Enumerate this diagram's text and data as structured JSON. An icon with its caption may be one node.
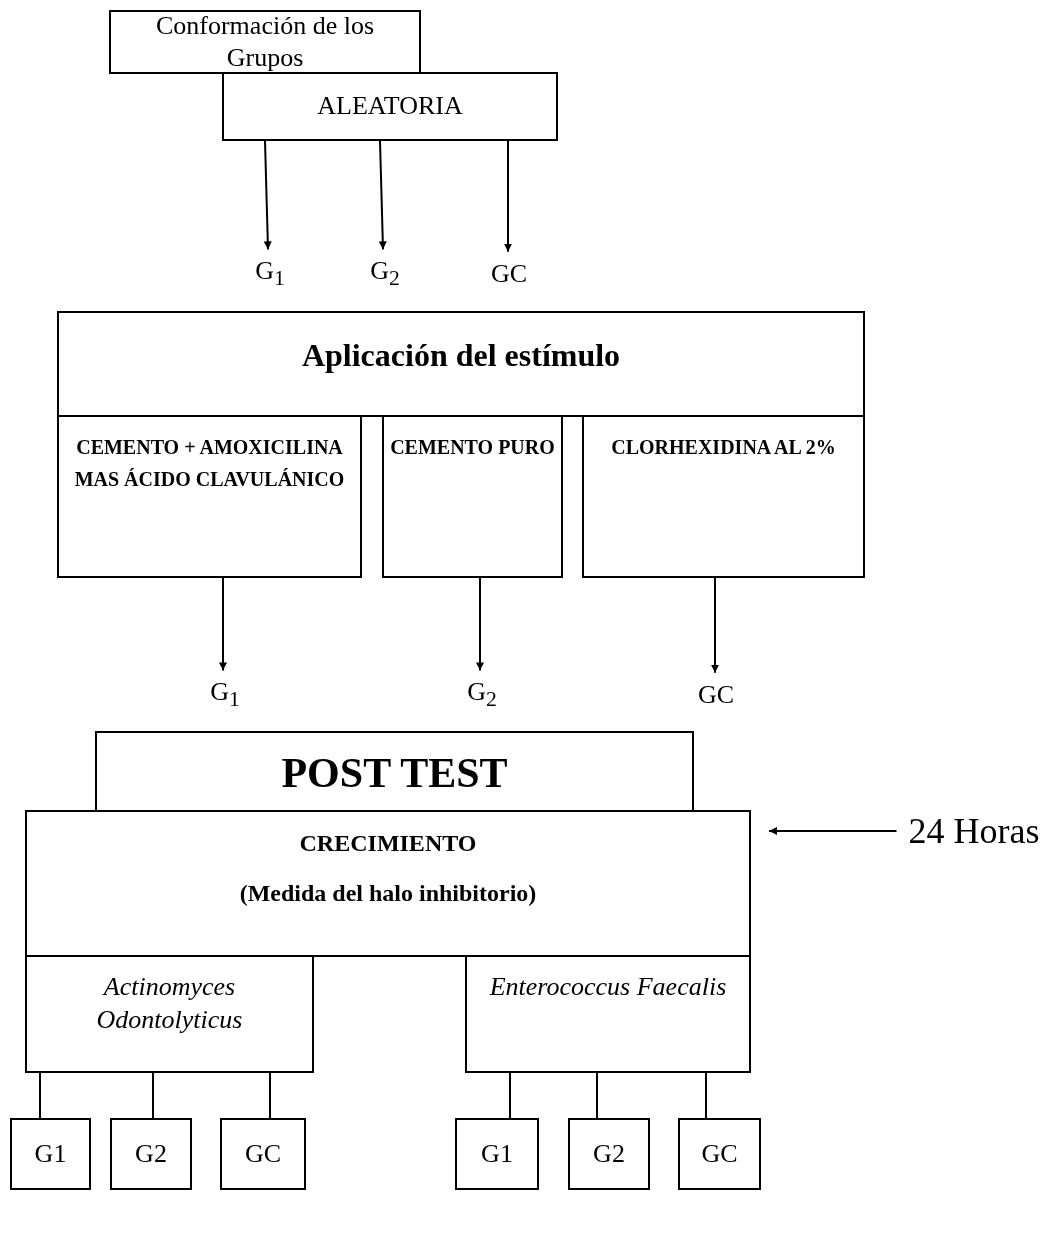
{
  "diagram": {
    "nodes": [
      {
        "text": [
          "Conformación de los Grupos"
        ]
      },
      {
        "text": [
          "ALEATORIA"
        ]
      },
      {
        "text": [
          "G$_{1}$"
        ]
      },
      {
        "text": [
          "G$_{2}$"
        ]
      },
      {
        "text": [
          "GC"
        ]
      },
      {
        "text": [
          "Aplicación del estímulo"
        ]
      },
      {
        "text": [
          "CEMENTO + AMOXICILINA MAS ÁCIDO CLAVULÁNICO"
        ]
      },
      {
        "text": [
          "CEMENTO PURO"
        ]
      },
      {
        "text": [
          "CLORHEXIDINA AL 2%"
        ]
      },
      {
        "text": [
          "G$_{1}$"
        ]
      },
      {
        "text": [
          "G$_{2}$"
        ]
      },
      {
        "text": [
          "GC"
        ]
      },
      {
        "text": [
          "POST TEST"
        ]
      },
      {
        "text": [
          "CRECIMIENTO",
          "(Medida del halo inhibitorio)"
        ]
      },
      {
        "text": [
          "24 Horas"
        ]
      },
      {
        "text": [
          "Actinomyces Odontolyticus"
        ]
      },
      {
        "text": [
          "Enterococcus Faecalis"
        ]
      },
      {
        "text": [
          "G1"
        ]
      },
      {
        "text": [
          "G2"
        ]
      },
      {
        "text": [
          "GC"
        ]
      },
      {
        "text": [
          "G1"
        ]
      },
      {
        "text": [
          "G2"
        ]
      },
      {
        "text": [
          "GC"
        ]
      }
    ],
    "edges": [
      {
        "from": 1,
        "to": 2,
        "arrow": "to"
      },
      {
        "from": 1,
        "to": 3,
        "arrow": "to"
      },
      {
        "from": 1,
        "to": 4,
        "arrow": "to"
      },
      {
        "from": 6,
        "to": 9,
        "arrow": "to"
      },
      {
        "from": 7,
        "to": 10,
        "arrow": "to"
      },
      {
        "from": 8,
        "to": 11,
        "arrow": "to"
      },
      {
        "from": 14,
        "to": 13,
        "arrow": "to"
      },
      {
        "from": 15,
        "to": 17,
        "arrow": "none"
      },
      {
        "from": 15,
        "to": 18,
        "arrow": "none"
      },
      {
        "from": 15,
        "to": 19,
        "arrow": "none"
      },
      {
        "from": 16,
        "to": 20,
        "arrow": "none"
      },
      {
        "from": 16,
        "to": 21,
        "arrow": "none"
      },
      {
        "from": 16,
        "to": 22,
        "arrow": "none"
      }
    ]
  }
}
